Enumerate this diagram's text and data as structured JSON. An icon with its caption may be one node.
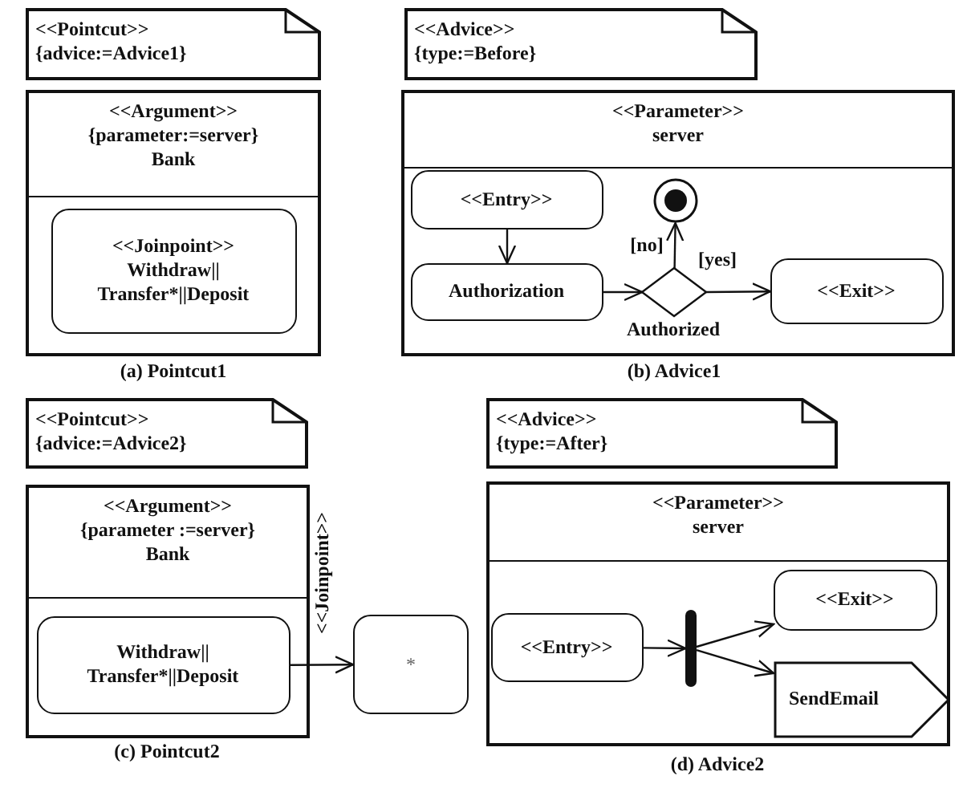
{
  "diagram": {
    "nodes": [
      {
        "text": [
          "<<Pointcut>>",
          "{advice:=Advice1}"
        ]
      },
      {
        "text": [
          "<<Argument>>",
          "{parameter:=server}",
          "Bank"
        ]
      },
      {
        "text": [
          "<<Joinpoint>>",
          "Withdraw|| Transfer*||Deposit"
        ],
        "in": 1
      },
      {
        "text": [
          "<<Advice>>",
          "{type:=Before}"
        ]
      },
      {
        "text": [
          "<<Parameter>>",
          "server"
        ]
      },
      {
        "text": [
          "<<Entry>>"
        ],
        "in": 4
      },
      {
        "text": [
          "Authorization"
        ],
        "in": 4
      },
      {
        "text": [],
        "shape": "circle",
        "in": 4
      },
      {
        "text": [
          "Authorized"
        ],
        "in": 4
      },
      {
        "text": [
          "<<Exit>>"
        ],
        "in": 4
      },
      {
        "text": [
          "<<Pointcut>>",
          "{advice:=Advice2}"
        ]
      },
      {
        "text": [
          "<<Argument>>",
          "{parameter :=server}",
          "Bank"
        ]
      },
      {
        "text": [
          "Withdraw|| Transfer*||Deposit"
        ],
        "in": 11
      },
      {
        "text": [
          "*"
        ]
      },
      {
        "text": [
          "<<Advice>>",
          "{type:=After}"
        ]
      },
      {
        "text": [
          "<<Parameter>>",
          "server"
        ]
      },
      {
        "text": [
          "<<Entry>>"
        ],
        "in": 15
      },
      {
        "text": [],
        "shape": "bar",
        "in": 15
      },
      {
        "text": [
          "<<Exit>>"
        ],
        "in": 15
      },
      {
        "text": [
          "SendEmail"
        ],
        "in": 15
      }
    ],
    "edges": [
      {
        "from": 5,
        "to": 6,
        "arrow": "to"
      },
      {
        "from": 6,
        "to": 8,
        "arrow": "to"
      },
      {
        "from": 8,
        "to": 7,
        "arrow": "to",
        "label": "[no]"
      },
      {
        "from": 8,
        "to": 9,
        "arrow": "to",
        "label": "[yes]"
      },
      {
        "from": 12,
        "to": 13,
        "arrow": "to",
        "label": "<<Joinpoint>>"
      },
      {
        "from": 16,
        "to": 17,
        "arrow": "to"
      },
      {
        "from": 17,
        "to": 18,
        "arrow": "to"
      },
      {
        "from": 17,
        "to": 19,
        "arrow": "to"
      }
    ],
    "labels": [
      "(a) Pointcut1",
      "(b) Advice1",
      "(c) Pointcut2",
      "(d) Advice2"
    ]
  }
}
